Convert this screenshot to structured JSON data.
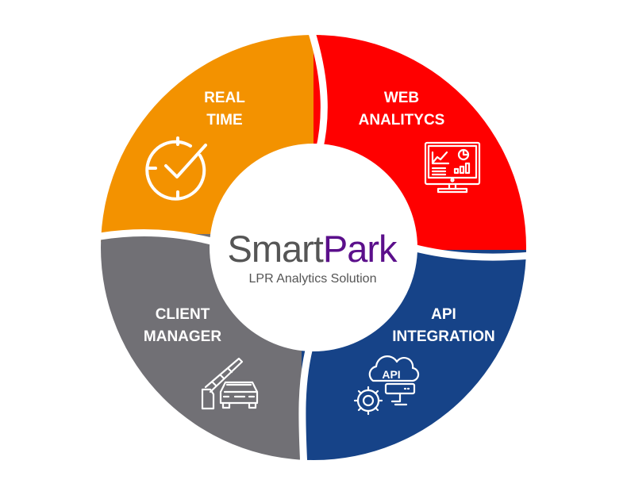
{
  "brand": {
    "name_part1": "Smart",
    "name_part2": "Park",
    "tagline": "LPR Analytics Solution"
  },
  "segments": [
    {
      "id": "real-time",
      "line1": "REAL",
      "line2": "TIME",
      "icon": "clock-check-icon",
      "color": "#F39200"
    },
    {
      "id": "web-analytics",
      "line1": "WEB",
      "line2": "ANALITYCS",
      "icon": "monitor-dashboard-icon",
      "color": "#FF0000"
    },
    {
      "id": "client-manager",
      "line1": "CLIENT",
      "line2": "MANAGER",
      "icon": "car-barrier-icon",
      "color": "#717075"
    },
    {
      "id": "api-integration",
      "line1": "API",
      "line2": "INTEGRATION",
      "icon": "api-cloud-gear-icon",
      "color": "#164388"
    }
  ],
  "icon_text": {
    "api": "API"
  },
  "colors": {
    "brand_gray": "#555555",
    "brand_purple": "#5B0F8B"
  }
}
